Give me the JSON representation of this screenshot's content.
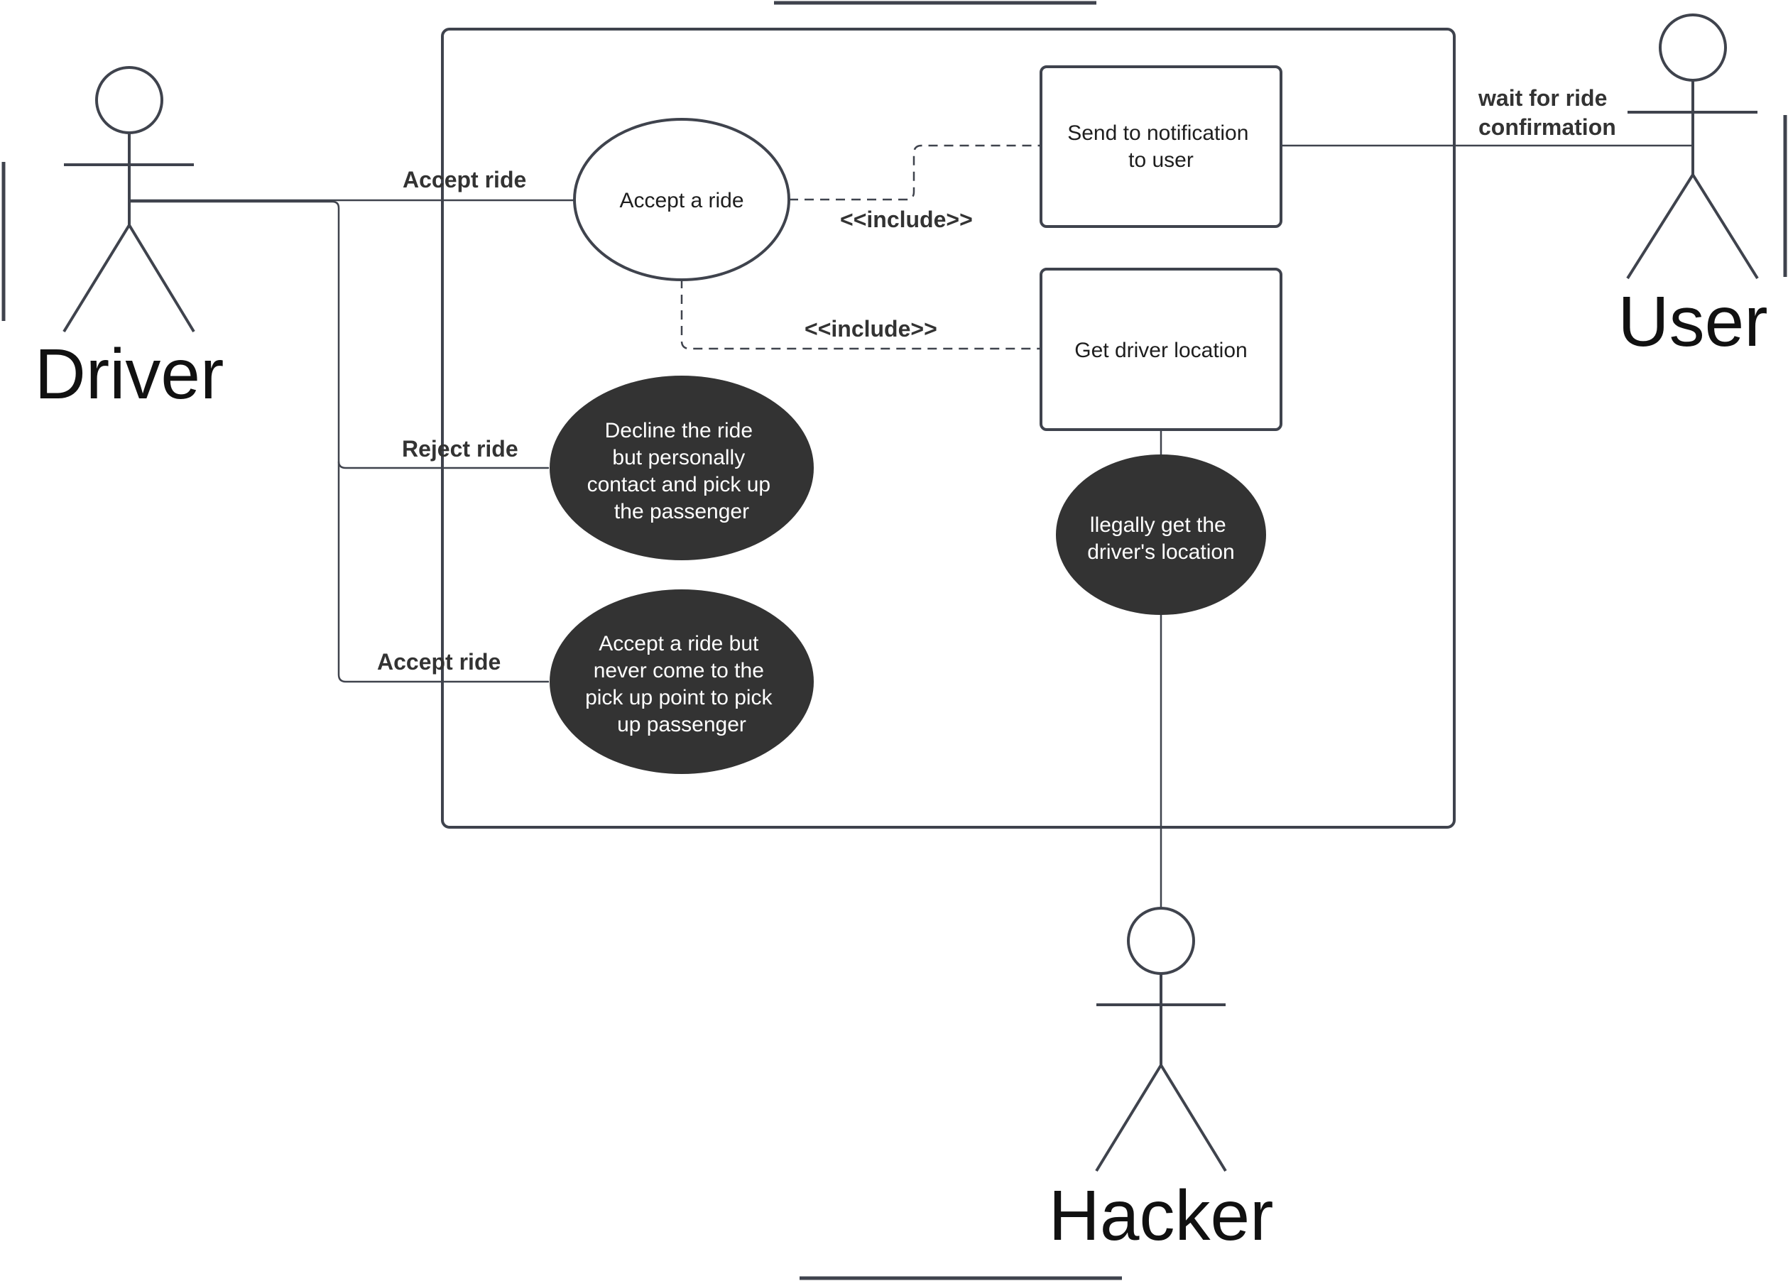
{
  "colors": {
    "stroke": "#3f434d",
    "dark_fill": "#333333",
    "light_text": "#ffffff",
    "dark_text": "#1e1e1e"
  },
  "actors": {
    "driver": "Driver",
    "user": "User",
    "hacker": "Hacker"
  },
  "use_cases": {
    "accept_a_ride": "Accept a ride",
    "send_notification": [
      "Send to notification",
      "to user"
    ],
    "get_driver_location": "Get driver location",
    "decline_ride": [
      "Decline the ride",
      "but personally",
      "contact and pick up",
      "the passenger"
    ],
    "illegally_get_location": [
      "llegally get the",
      "driver's location"
    ],
    "accept_never_come": [
      "Accept a ride but",
      "never come to the",
      "pick up point to  pick",
      "up passenger"
    ]
  },
  "edge_labels": {
    "accept_ride_top": "Accept ride",
    "reject_ride": "Reject ride",
    "accept_ride_bottom": "Accept ride",
    "include_1": "<<include>>",
    "include_2": "<<include>>",
    "wait_for_ride": [
      "wait for ride",
      "confirmation"
    ]
  }
}
